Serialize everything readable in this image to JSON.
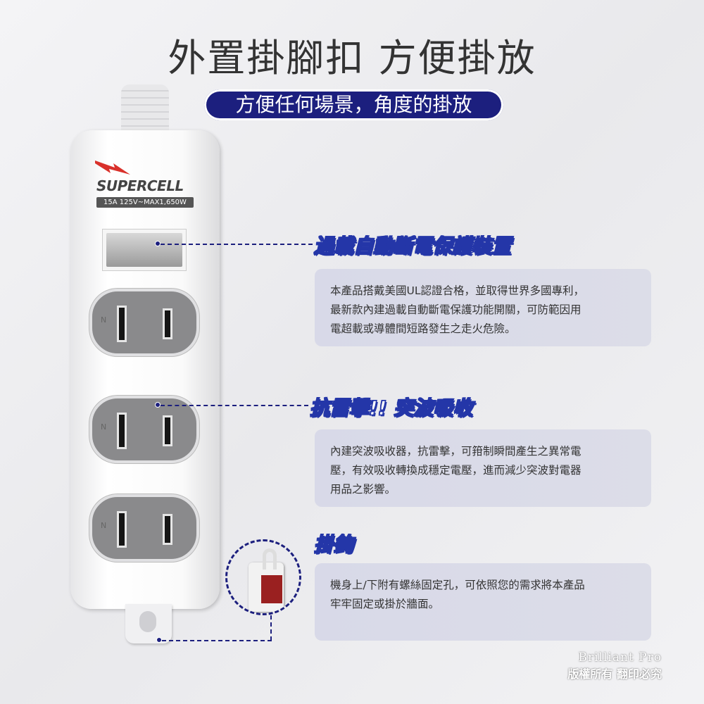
{
  "title": "外置掛腳扣 方便掛放",
  "subtitle": "方便任何場景，角度的掛放",
  "product": {
    "brand": "SUPERCELL",
    "spec": "15A 125V~MAX1,650W",
    "socket_label": "N"
  },
  "features": [
    {
      "heading": "過載自動斷電保護裝置",
      "lines": [
        "本產品搭戴美國UL認證合格，並取得世界多國專利，",
        "最新款內建過載自動斷電保護功能開關，可防範因用",
        "電超載或導體間短路發生之走火危險。"
      ]
    },
    {
      "heading": "抗雷擊!! 突波吸收",
      "lines": [
        "內建突波吸收器，抗雷擊，可箝制瞬間產生之異常電",
        "壓，有效吸收轉換成穩定電壓，進而減少突波對電器",
        "用品之影響。"
      ]
    },
    {
      "heading": "掛鉤",
      "lines": [
        "機身上/下附有螺絲固定孔，可依照您的需求將本產品",
        "牢牢固定或掛於牆面。"
      ]
    }
  ],
  "watermark": {
    "brand": "Brilliant Pro",
    "copyright": "版權所有 翻印必究"
  },
  "colors": {
    "accent": "#1c1f7e",
    "heading_outline": "#2436a8",
    "card": "#d8d9e8"
  }
}
